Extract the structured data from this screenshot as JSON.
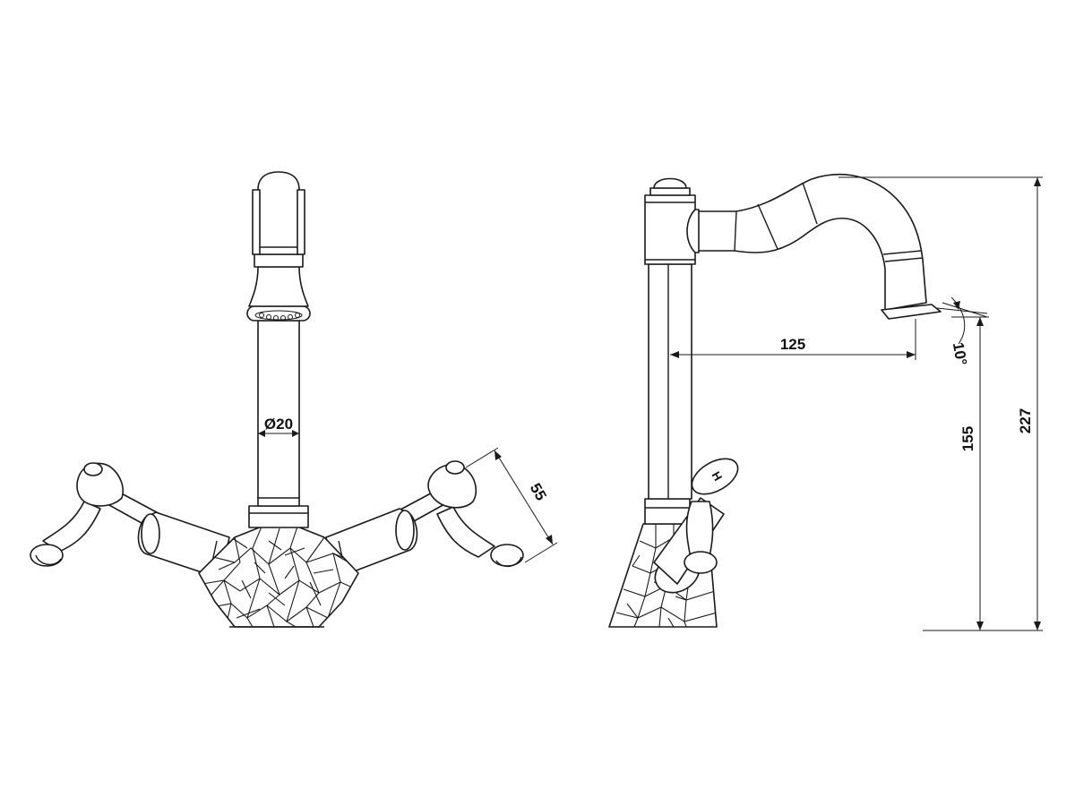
{
  "dimensions": {
    "spout_diameter": "Ø20",
    "handle_length": "55",
    "spout_reach": "125",
    "spout_angle": "10°",
    "outlet_height": "155",
    "total_height": "227"
  },
  "handle_marking": "H"
}
